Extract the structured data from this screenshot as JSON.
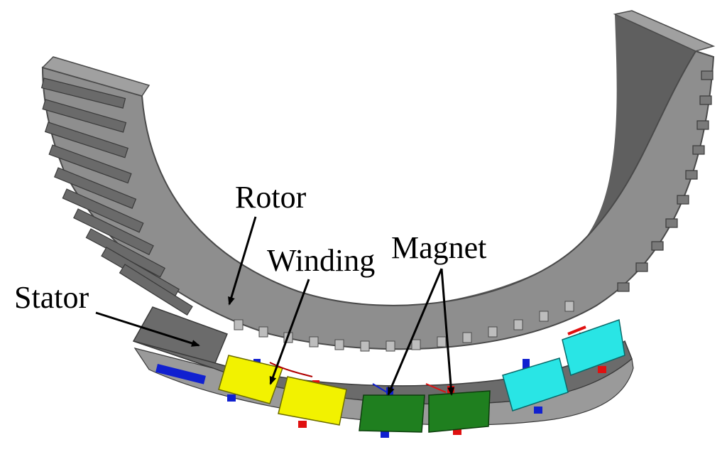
{
  "labels": {
    "rotor": "Rotor",
    "winding": "Winding",
    "magnet": "Magnet",
    "stator": "Stator"
  },
  "colors": {
    "rotor_face": "#8e8e8e",
    "rotor_side": "#5f5f5f",
    "rotor_dark": "#3f3f3f",
    "stator_body": "#6b6b6b",
    "winding_yellow": "#f2f200",
    "winding_green": "#1f7f1f",
    "winding_cyan": "#29e5e5",
    "magnet_blue": "#1020d0",
    "magnet_red": "#e01010"
  }
}
